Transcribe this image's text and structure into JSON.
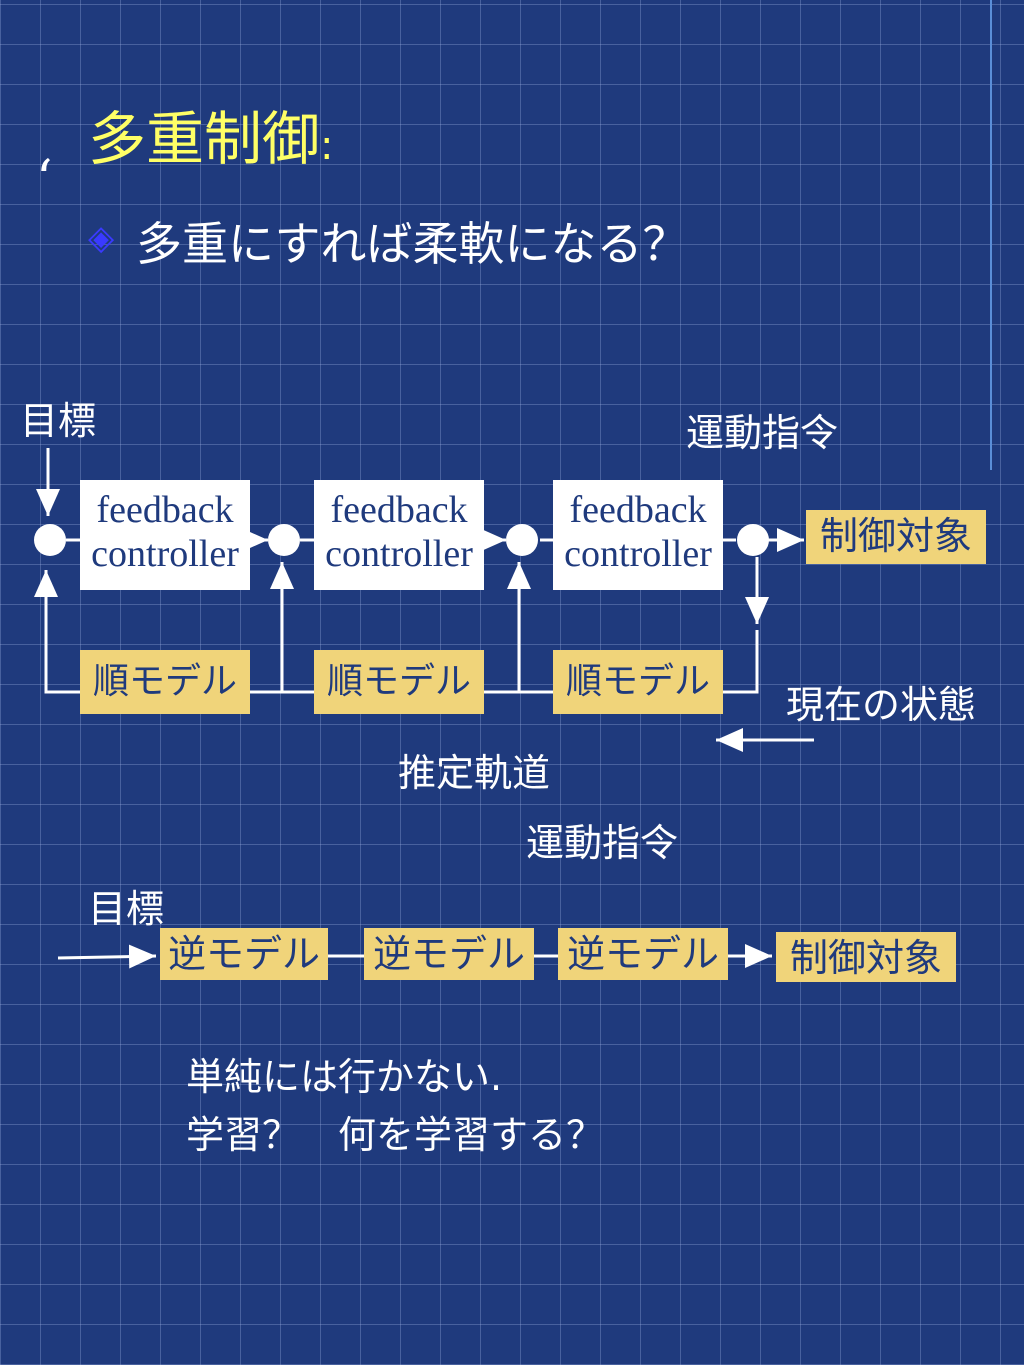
{
  "slide": {
    "title": "多重制御",
    "title_colon": ":",
    "bullet": "多重にすれば柔軟になる？",
    "comma_glyph": "‘"
  },
  "upper_diagram": {
    "target_label": "目標",
    "motion_command_label": "運動指令",
    "controllers": [
      {
        "line1": "feedback",
        "line2": "controller"
      },
      {
        "line1": "feedback",
        "line2": "controller"
      },
      {
        "line1": "feedback",
        "line2": "controller"
      }
    ],
    "forward_models": [
      "順モデル",
      "順モデル",
      "順モデル"
    ],
    "plant": "制御対象",
    "current_state_label": "現在の状態",
    "estimated_trajectory_label": "推定軌道"
  },
  "lower_diagram": {
    "motion_command_label": "運動指令",
    "target_label": "目標",
    "inverse_models": [
      "逆モデル",
      "逆モデル",
      "逆モデル"
    ],
    "plant": "制御対象"
  },
  "notes": {
    "line1": "単純には行かない.",
    "line2": "学習？　何を学習する？"
  },
  "colors": {
    "background": "#1f3a7d",
    "title": "#ffff66",
    "model_box": "#f0d47a",
    "controller_box": "#ffffff"
  }
}
